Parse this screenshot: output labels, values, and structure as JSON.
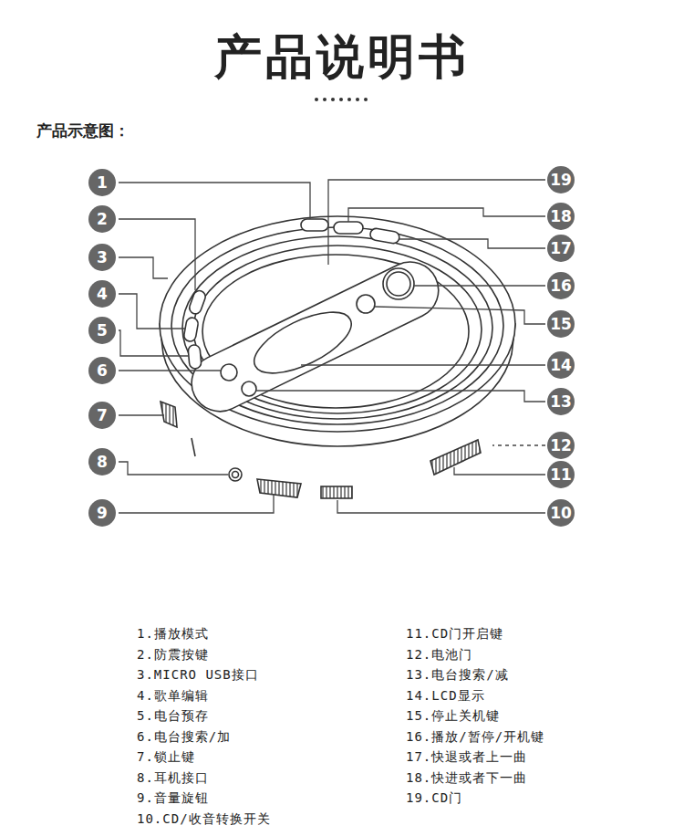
{
  "diagram": {
    "title": "产品说明书",
    "nodes": [
      {
        "text": [
          "1"
        ]
      },
      {
        "text": [
          "2"
        ]
      },
      {
        "text": [
          "3"
        ]
      },
      {
        "text": [
          "4"
        ]
      },
      {
        "text": [
          "5"
        ]
      },
      {
        "text": [
          "6"
        ]
      },
      {
        "text": [
          "7"
        ]
      },
      {
        "text": [
          "8"
        ]
      },
      {
        "text": [
          "9"
        ]
      },
      {
        "text": [
          "19"
        ]
      },
      {
        "text": [
          "18"
        ]
      },
      {
        "text": [
          "17"
        ]
      },
      {
        "text": [
          "16"
        ]
      },
      {
        "text": [
          "15"
        ]
      },
      {
        "text": [
          "14"
        ]
      },
      {
        "text": [
          "13"
        ]
      },
      {
        "text": [
          "12"
        ]
      },
      {
        "text": [
          "11"
        ]
      },
      {
        "text": [
          "10"
        ]
      }
    ],
    "labels": [
      "产品示意图：",
      "1.播放模式",
      "2.防震按键",
      "3.MICRO USB接口",
      "4.歌单编辑",
      "5.电台预存",
      "6.电台搜索/加",
      "7.锁止键",
      "8.耳机接口",
      "9.音量旋钮",
      "10.CD/收音转换开关",
      "11.CD门开启键",
      "12.电池门",
      "13.电台搜索/减",
      "14.LCD显示",
      "15.停止关机键",
      "16.播放/暂停/开机键",
      "17.快退或者上一曲",
      "18.快进或者下一曲",
      "19.CD门"
    ]
  }
}
